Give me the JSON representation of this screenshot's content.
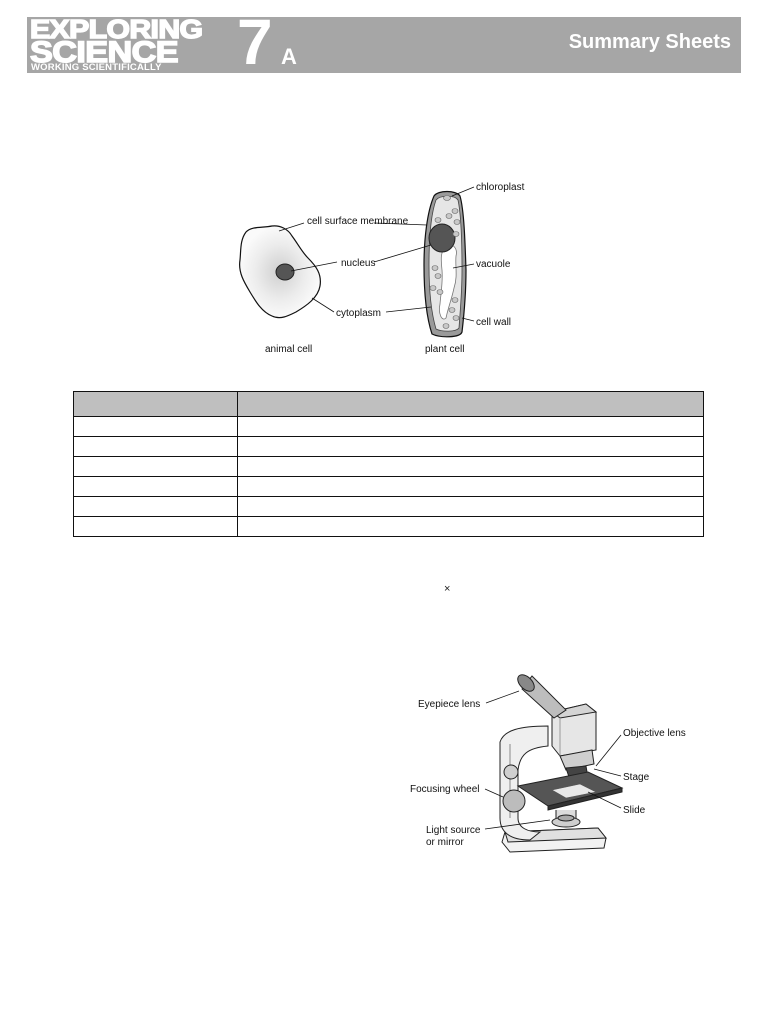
{
  "header": {
    "brand_line1": "EXPLORING",
    "brand_line2": "SCIENCE",
    "brand_line3": "WORKING SCIENTIFICALLY",
    "unit_number": "7",
    "unit_letter": "A",
    "sheet_title": "Summary Sheets"
  },
  "cells_figure": {
    "labels": {
      "cell_surface_membrane": "cell surface membrane",
      "nucleus": "nucleus",
      "cytoplasm": "cytoplasm",
      "chloroplast": "chloroplast",
      "vacuole": "vacuole",
      "cell_wall": "cell wall"
    },
    "captions": {
      "animal": "animal cell",
      "plant": "plant cell"
    }
  },
  "table": {
    "rows": [
      [
        "",
        ""
      ],
      [
        "",
        ""
      ],
      [
        "",
        ""
      ],
      [
        "",
        ""
      ],
      [
        "",
        ""
      ],
      [
        "",
        ""
      ]
    ]
  },
  "times_symbol": "×",
  "microscope_figure": {
    "labels": {
      "eyepiece": "Eyepiece lens",
      "objective": "Objective lens",
      "stage": "Stage",
      "focusing": "Focusing wheel",
      "slide": "Slide",
      "light_line1": "Light source",
      "light_line2": "or mirror"
    }
  }
}
